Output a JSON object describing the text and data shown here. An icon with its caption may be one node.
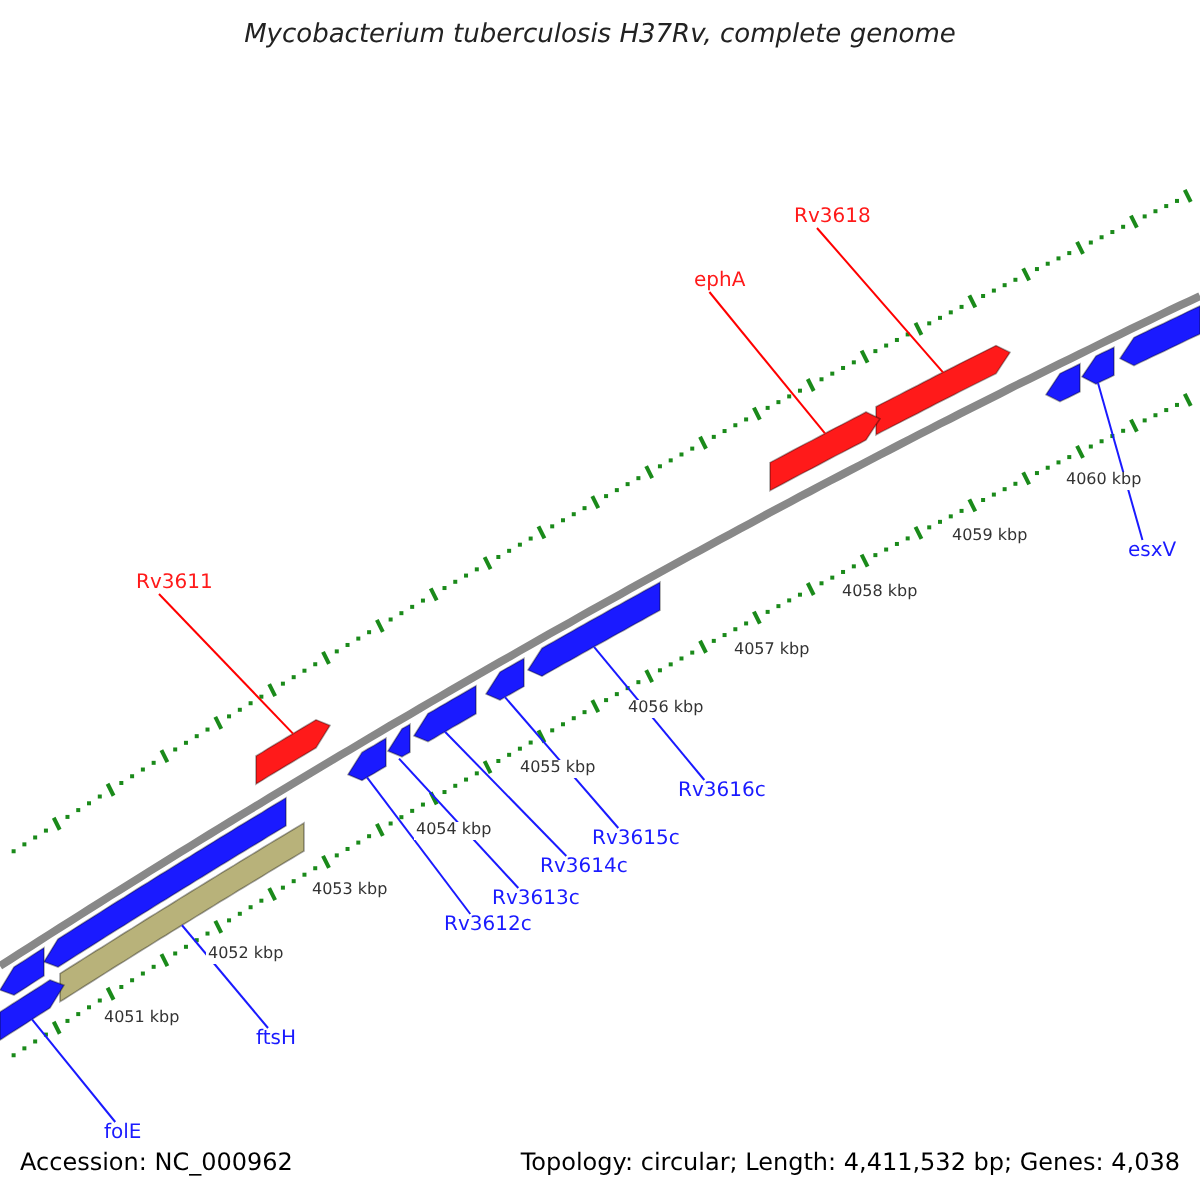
{
  "diagram": {
    "title": "Mycobacterium tuberculosis H37Rv, complete genome",
    "nodes": [
      {
        "text": [
          "Rv3618"
        ]
      },
      {
        "text": [
          "ephA"
        ]
      },
      {
        "text": [
          "esxV"
        ]
      },
      {
        "text": [
          "Rv3611"
        ]
      },
      {
        "text": [
          "Rv3616c"
        ]
      },
      {
        "text": [
          "Rv3615c"
        ]
      },
      {
        "text": [
          "Rv3614c"
        ]
      },
      {
        "text": [
          "Rv3613c"
        ]
      },
      {
        "text": [
          "Rv3612c"
        ]
      },
      {
        "text": [
          "ftsH"
        ]
      },
      {
        "text": [
          "folE"
        ]
      },
      {
        "text": [],
        "shape": "arrow"
      },
      {
        "text": [],
        "shape": "arrow"
      },
      {
        "text": [],
        "shape": "arrow"
      },
      {
        "text": [],
        "shape": "arrow"
      },
      {
        "text": [],
        "shape": "arrow"
      },
      {
        "text": [],
        "shape": "arrow"
      },
      {
        "text": [],
        "shape": "arrow"
      },
      {
        "text": [],
        "shape": "arrow"
      },
      {
        "text": [],
        "shape": "arrow"
      },
      {
        "text": [],
        "shape": "bar"
      },
      {
        "text": [],
        "shape": "arrow"
      },
      {
        "text": [],
        "shape": "arrow"
      },
      {
        "text": [],
        "shape": "arrow"
      },
      {
        "text": [],
        "shape": "arrow"
      },
      {
        "text": [],
        "shape": "arrow"
      }
    ],
    "edges": [
      {
        "from": 0,
        "to": 11,
        "arrow": "none",
        "color": "#ff0000"
      },
      {
        "from": 1,
        "to": 12,
        "arrow": "none",
        "color": "#ff0000"
      },
      {
        "from": 2,
        "to": 13,
        "arrow": "none"
      },
      {
        "from": 3,
        "to": 14,
        "arrow": "none",
        "color": "#ff0000"
      },
      {
        "from": 4,
        "to": 15,
        "arrow": "none"
      },
      {
        "from": 5,
        "to": 16,
        "arrow": "none"
      },
      {
        "from": 6,
        "to": 17,
        "arrow": "none"
      },
      {
        "from": 7,
        "to": 18,
        "arrow": "none"
      },
      {
        "from": 8,
        "to": 19,
        "arrow": "none"
      },
      {
        "from": 9,
        "to": 20,
        "arrow": "none"
      },
      {
        "from": 10,
        "to": 21,
        "arrow": "none"
      }
    ],
    "labels": [
      "4060 kbp",
      "4059 kbp",
      "4058 kbp",
      "4057 kbp",
      "4056 kbp",
      "4055 kbp",
      "4054 kbp",
      "4053 kbp",
      "4052 kbp",
      "4051 kbp",
      "Accession: NC_000962",
      "Topology: circular; Length: 4,411,532 bp; Genes: 4,038"
    ]
  }
}
